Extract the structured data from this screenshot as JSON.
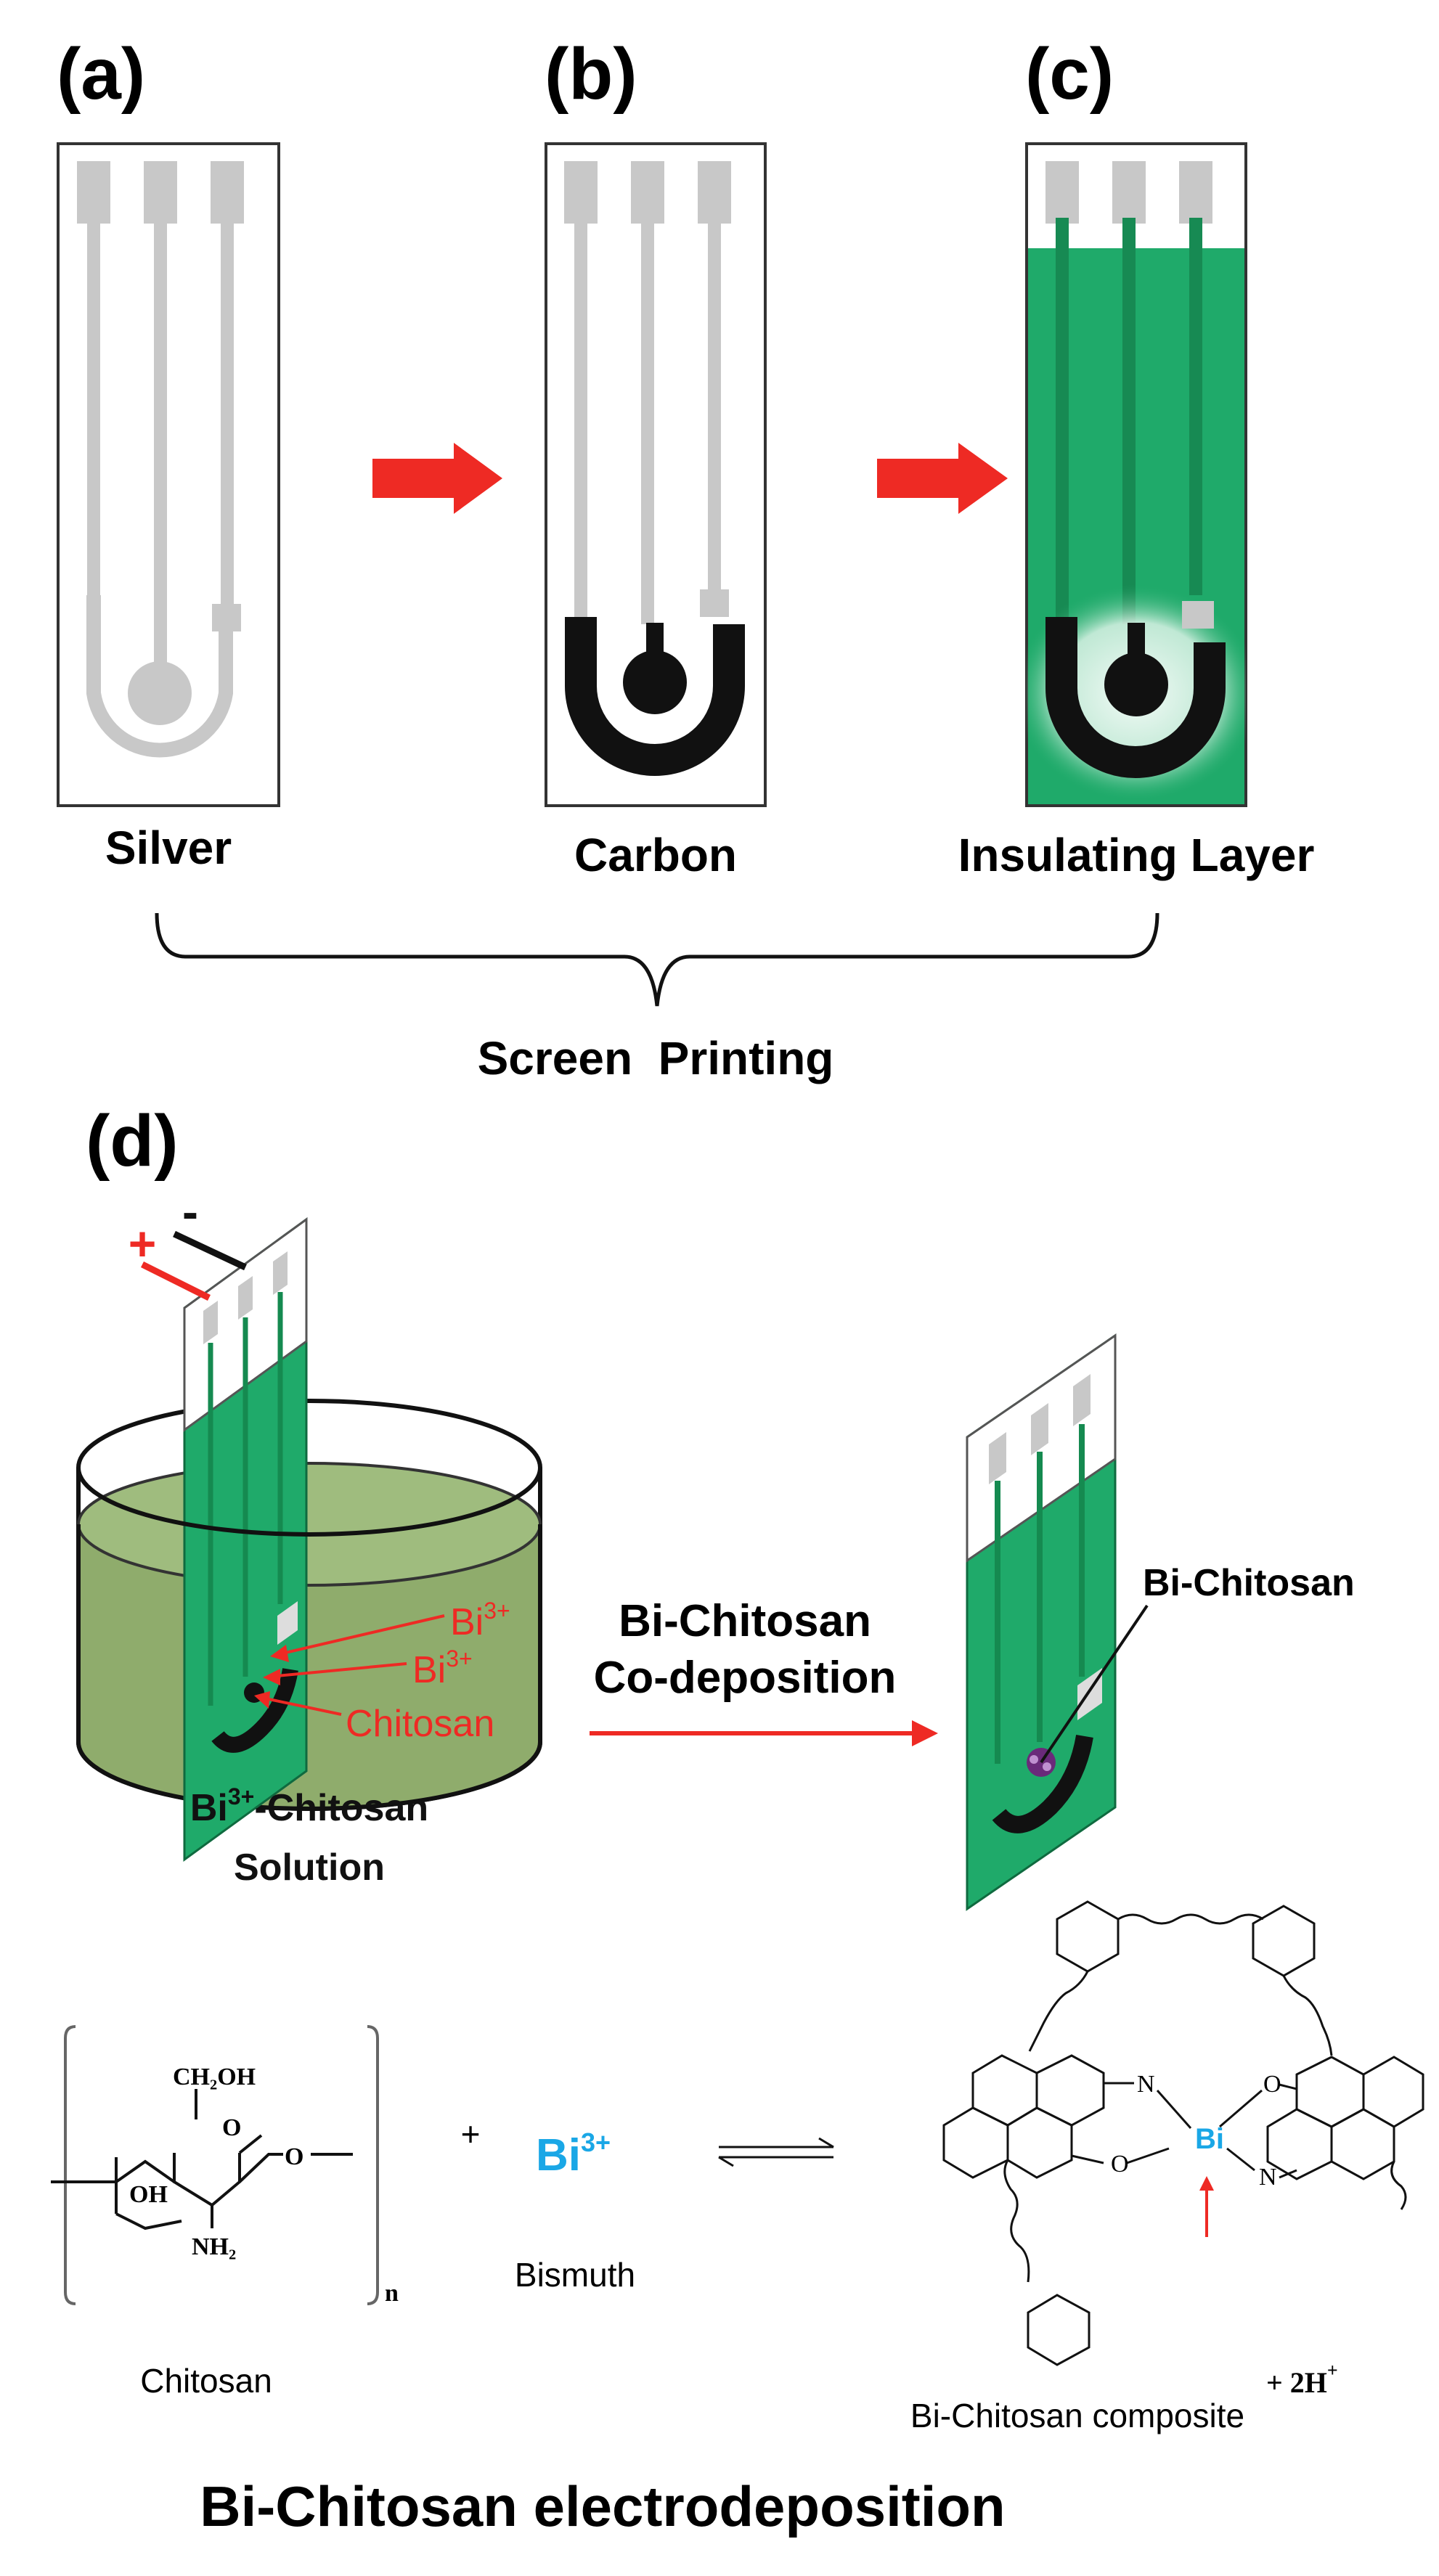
{
  "panels": {
    "a": {
      "tag": "(a)",
      "caption": "Silver"
    },
    "b": {
      "tag": "(b)",
      "caption": "Carbon"
    },
    "c": {
      "tag": "(c)",
      "caption": "Insulating Layer"
    },
    "d": {
      "tag": "(d)"
    }
  },
  "bracket_label": "Screen  Printing",
  "electrode_terminals": {
    "plus": "+",
    "minus": "-"
  },
  "beaker": {
    "ion_label_1": "Bi",
    "ion_label_2": "Bi",
    "ion_charge": "3+",
    "chitosan_label": "Chitosan",
    "solution_line1_prefix": "Bi",
    "solution_line1_sup": "3+",
    "solution_line1_suffix": "-Chitosan",
    "solution_line2": "Solution"
  },
  "process": {
    "line1": "Bi-Chitosan",
    "line2": "Co-deposition"
  },
  "product_label": "Bi-Chitosan",
  "reaction": {
    "chitosan_groups": {
      "ch2oh": "CH₂OH",
      "o_ring": "O",
      "o_link": "O",
      "oh": "OH",
      "nh2": "NH₂",
      "n": "n"
    },
    "chitosan_label": "Chitosan",
    "plus": "+",
    "bi_symbol": "Bi",
    "bi_charge": "3+",
    "bismuth_label": "Bismuth",
    "composite_atoms": {
      "n1": "N",
      "o1": "O",
      "bi": "Bi",
      "o2": "O",
      "n2": "N"
    },
    "composite_label": "Bi-Chitosan composite",
    "byproduct": "+ 2H",
    "byproduct_charge": "+"
  },
  "footer_title": "Bi-Chitosan electrodeposition",
  "colors": {
    "silver": "#c8c8c8",
    "carbon": "#111111",
    "insulating": "#1faa6a",
    "solution": "#8fac6c",
    "arrow": "#ee2a24",
    "bismuth": "#1aa7e6"
  }
}
